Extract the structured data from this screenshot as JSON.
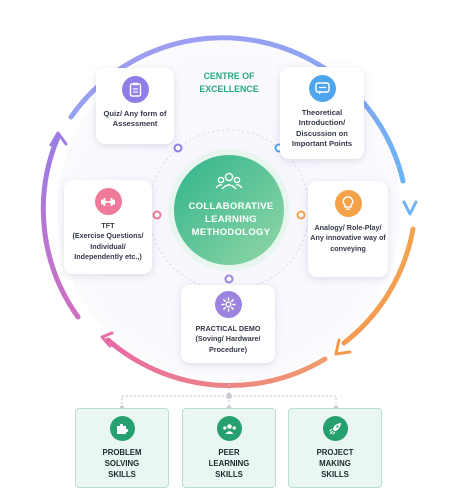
{
  "diagram": {
    "centre_of_excellence": "CENTRE OF\nEXCELLENCE",
    "center_title": "COLLABORATIVE\nLEARNING\nMETHODOLOGY",
    "cards": {
      "quiz": {
        "label": "Quiz/ Any form of\nAssessment",
        "icon": "clipboard-icon",
        "color": "#8f7ee6"
      },
      "theoretical": {
        "label": "Theoretical\nIntroduction/\nDiscussion on\nImportant Points",
        "icon": "chat-icon",
        "color": "#4fa6ee"
      },
      "analogy": {
        "label": "Analogy/ Role-Play/\nAny innovative way of\nconveying",
        "icon": "bulb-icon",
        "color": "#f3a24a"
      },
      "practical": {
        "label": "PRACTICAL DEMO\n(Soving/ Hardware/\nProcedure)",
        "icon": "gear-icon",
        "color": "#9a84e0"
      },
      "tft": {
        "label": "TFT\n(Exercise Questions/\nIndividual/\nIndependently etc.,)",
        "icon": "dumbbell-icon",
        "color": "#f07a9a"
      }
    },
    "skills": [
      {
        "label": "PROBLEM\nSOLVING\nSKILLS",
        "icon": "puzzle-icon"
      },
      {
        "label": "PEER\nLEARNING\nSKILLS",
        "icon": "people-icon"
      },
      {
        "label": "PROJECT\nMAKING\nSKILLS",
        "icon": "rocket-icon"
      }
    ],
    "colors": {
      "center_start": "#2fb48a",
      "center_end": "#8ed4a6",
      "ring_blue": "#7ab4f2",
      "ring_orange": "#f4a352",
      "ring_pink": "#e96ea2",
      "ring_purple": "#9a7de8",
      "skill_green": "#27a070"
    }
  }
}
